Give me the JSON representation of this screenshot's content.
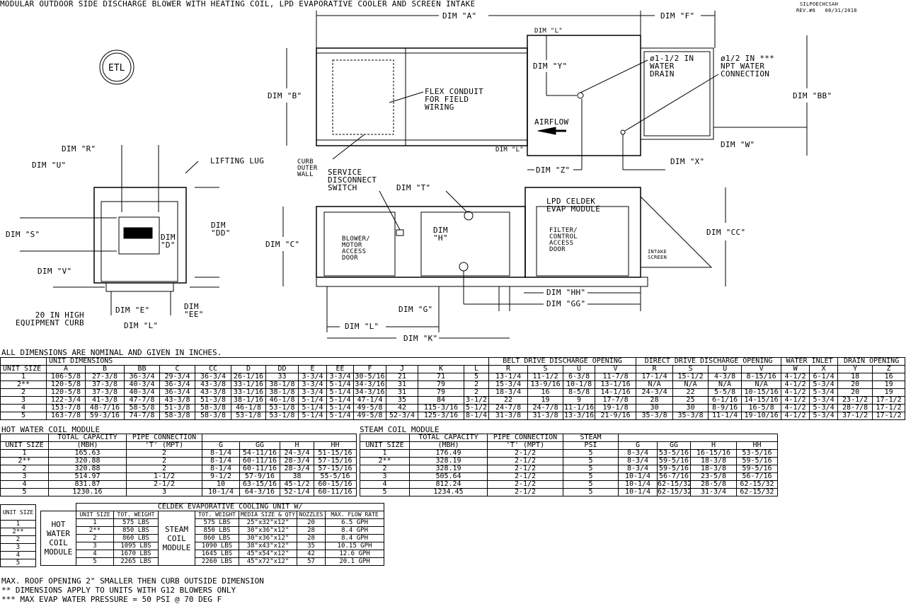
{
  "title": "MODULAR OUTDOOR SIDE DISCHARGE BLOWER WITH HEATING COIL, LPD EVAPORATIVE COOLER AND SCREEN INTAKE",
  "drawing_code": "SILPOECHCSAH",
  "revision": "REV.#6   08/31/2018",
  "logo_text": "ETL",
  "top_view": {
    "dim_a": "DIM \"A\"",
    "dim_f": "DIM \"F\"",
    "dim_l_top": "DIM \"L\"",
    "dim_b": "DIM \"B\"",
    "dim_y": "DIM \"Y\"",
    "drain": "ø1-1/2 IN\nWATER\nDRAIN",
    "npt": "ø1/2 IN ***\nNPT WATER\nCONNECTION",
    "dim_bb": "DIM \"BB\"",
    "flex": "FLEX CONDUIT\nFOR FIELD\nWIRING",
    "airflow": "AIRFLOW",
    "dim_l_bottom": "DIM \"L\"",
    "dim_w": "DIM \"W\"",
    "curb": "CURB\nOUTER\nWALL",
    "dim_z": "DIM \"Z\"",
    "dim_x": "DIM \"X\""
  },
  "front_view": {
    "dim_r": "DIM \"R\"",
    "dim_u": "DIM \"U\"",
    "lifting_lug": "LIFTING LUG",
    "dim_s": "DIM \"S\"",
    "dim_dd": "DIM\n\"DD\"",
    "dim_d": "DIM\n\"D\"",
    "dim_v": "DIM \"V\"",
    "curb": "20 IN HIGH\nEQUIPMENT CURB",
    "dim_e": "DIM \"E\"",
    "dim_ee": "DIM\n\"EE\"",
    "dim_l": "DIM \"L\""
  },
  "side_view": {
    "disconnect": "SERVICE\nDISCONNECT\nSWITCH",
    "dim_t": "DIM \"T\"",
    "evap": "LPD CELDEK\nEVAP MODULE",
    "dim_cc": "DIM \"CC\"",
    "dim_c": "DIM \"C\"",
    "blower_door": "BLOWER/\nMOTOR\nACCESS\nDOOR",
    "dim_h": "DIM\n\"H\"",
    "filter_door": "FILTER/\nCONTROL\nACCESS\nDOOR",
    "intake": "INTAKE\nSCREEN",
    "dim_hh": "DIM \"HH\"",
    "dim_gg": "DIM \"GG\"",
    "dim_g": "DIM \"G\"",
    "dim_l": "DIM \"L\"",
    "dim_k": "DIM \"K\""
  },
  "dims_note": "ALL DIMENSIONS ARE NOMINAL AND GIVEN IN INCHES.",
  "main_table": {
    "groups": [
      "",
      "UNIT DIMENSIONS",
      "BELT DRIVE DISCHARGE OPENING",
      "DIRECT DRIVE DISCHARGE OPENING",
      "WATER INLET",
      "DRAIN OPENING"
    ],
    "headers": [
      "UNIT SIZE",
      "A",
      "B",
      "BB",
      "C",
      "CC",
      "D",
      "DD",
      "E",
      "EE",
      "F",
      "J",
      "K",
      "L",
      "R",
      "S",
      "U",
      "V",
      "R",
      "S",
      "U",
      "V",
      "W",
      "X",
      "Y",
      "Z"
    ],
    "rows": [
      [
        "1",
        "106-5/8",
        "27-3/8",
        "36-3/4",
        "29-3/4",
        "36-3/4",
        "26-1/16",
        "33",
        "3-3/4",
        "3-3/4",
        "30-5/16",
        "21",
        "71",
        "5",
        "13-1/4",
        "11-1/2",
        "6-3/8",
        "11-7/8",
        "17-1/4",
        "15-1/2",
        "4-3/8",
        "8-15/16",
        "4-1/2",
        "6-1/4",
        "18",
        "16"
      ],
      [
        "2**",
        "120-5/8",
        "37-3/8",
        "40-3/4",
        "36-3/4",
        "43-3/8",
        "33-1/16",
        "38-1/8",
        "3-3/4",
        "5-1/4",
        "34-3/16",
        "31",
        "79",
        "2",
        "15-3/4",
        "13-9/16",
        "10-1/8",
        "13-1/16",
        "N/A",
        "N/A",
        "N/A",
        "N/A",
        "4-1/2",
        "5-3/4",
        "20",
        "19"
      ],
      [
        "2",
        "120-5/8",
        "37-3/8",
        "40-3/4",
        "36-3/4",
        "43-3/8",
        "33-1/16",
        "38-1/8",
        "3-3/4",
        "5-1/4",
        "34-3/16",
        "31",
        "79",
        "2",
        "18-3/4",
        "16",
        "8-5/8",
        "14-1/16",
        "24-3/4",
        "22",
        "5-5/8",
        "10-15/16",
        "4-1/2",
        "5-3/4",
        "20",
        "19"
      ],
      [
        "3",
        "122-3/4",
        "41-3/8",
        "47-7/8",
        "43-3/8",
        "51-3/8",
        "38-1/16",
        "46-1/8",
        "5-1/4",
        "5-1/4",
        "47-1/4",
        "35",
        "84",
        "3-1/2",
        "22",
        "19",
        "9",
        "17-7/8",
        "28",
        "25",
        "6-1/16",
        "14-15/16",
        "4-1/2",
        "5-3/4",
        "23-1/2",
        "17-1/2"
      ],
      [
        "4",
        "153-7/8",
        "48-7/16",
        "58-5/8",
        "51-3/8",
        "58-3/8",
        "46-1/8",
        "53-1/8",
        "5-1/4",
        "5-1/4",
        "49-5/8",
        "42",
        "115-3/16",
        "5-1/2",
        "24-7/8",
        "24-7/8",
        "11-1/16",
        "19-1/8",
        "30",
        "30",
        "8-9/16",
        "16-5/8",
        "4-1/2",
        "5-3/4",
        "28-7/8",
        "17-1/2"
      ],
      [
        "5",
        "163-7/8",
        "59-3/16",
        "74-7/8",
        "58-3/8",
        "58-3/8",
        "53-1/8",
        "53-1/8",
        "5-1/4",
        "5-1/4",
        "49-5/8",
        "52-3/4",
        "125-3/16",
        "8-1/4",
        "31-3/8",
        "31-3/8",
        "13-3/16",
        "21-9/16",
        "35-3/8",
        "35-3/8",
        "11-1/4",
        "19-10/16",
        "4-1/2",
        "5-3/4",
        "37-1/2",
        "17-1/2"
      ]
    ]
  },
  "hot_water": {
    "title": "HOT WATER COIL MODULE",
    "header1": [
      "",
      "TOTAL CAPACITY",
      "PIPE CONNECTION",
      ""
    ],
    "headers": [
      "UNIT SIZE",
      "(MBH)",
      "'T' (MPT)",
      "G",
      "GG",
      "H",
      "HH"
    ],
    "rows": [
      [
        "1",
        "165.63",
        "2",
        "8-1/4",
        "54-11/16",
        "24-3/4",
        "51-15/16"
      ],
      [
        "2**",
        "320.88",
        "2",
        "8-1/4",
        "60-11/16",
        "28-3/4",
        "57-15/16"
      ],
      [
        "2",
        "320.88",
        "2",
        "8-1/4",
        "60-11/16",
        "28-3/4",
        "57-15/16"
      ],
      [
        "3",
        "514.97",
        "1-1/2",
        "9-1/2",
        "57-9/16",
        "38",
        "55-5/16"
      ],
      [
        "4",
        "831.87",
        "2-1/2",
        "10",
        "63-15/16",
        "45-1/2",
        "60-15/16"
      ],
      [
        "5",
        "1230.16",
        "3",
        "10-1/4",
        "64-3/16",
        "52-1/4",
        "60-11/16"
      ]
    ]
  },
  "steam": {
    "title": "STEAM COIL MODULE",
    "header1": [
      "",
      "TOTAL CAPACITY",
      "PIPE CONNECTION",
      "STEAM",
      ""
    ],
    "headers": [
      "UNIT SIZE",
      "(MBH)",
      "'T' (MPT)",
      "PSI",
      "G",
      "GG",
      "H",
      "HH"
    ],
    "rows": [
      [
        "1",
        "176.49",
        "2-1/2",
        "5",
        "8-3/4",
        "53-5/16",
        "16-15/16",
        "53-5/16"
      ],
      [
        "2**",
        "328.19",
        "2-1/2",
        "5",
        "8-3/4",
        "59-5/16",
        "18-3/8",
        "59-5/16"
      ],
      [
        "2",
        "328.19",
        "2-1/2",
        "5",
        "8-3/4",
        "59-5/16",
        "18-3/8",
        "59-5/16"
      ],
      [
        "3",
        "505.64",
        "2-1/2",
        "5",
        "10-1/4",
        "56-7/16",
        "23-5/8",
        "56-7/16"
      ],
      [
        "4",
        "812.24",
        "2-1/2",
        "5",
        "10-1/4",
        "62-15/32",
        "28-5/8",
        "62-15/32"
      ],
      [
        "5",
        "1234.45",
        "2-1/2",
        "5",
        "10-1/4",
        "62-15/32",
        "31-3/4",
        "62-15/32"
      ]
    ]
  },
  "weights": {
    "unit_size_header": "UNIT SIZE",
    "unit_sizes": [
      "1",
      "2**",
      "2",
      "3",
      "4",
      "5"
    ],
    "celdek_title": "CELDEK EVAPORATIVE COOLING UNIT W/",
    "hw_label": "HOT\nWATER\nCOIL\nMODULE",
    "steam_label": "STEAM\nCOIL\nMODULE",
    "headers": [
      "UNIT SIZE",
      "TOT. WEIGHT",
      "TOT. WEIGHT",
      "MEDIA SIZE & QTY",
      "NOZZLES",
      "MAX. FLOW RATE"
    ],
    "rows": [
      [
        "1",
        "575 LBS",
        "575 LBS",
        "25\"x32\"x12\"",
        "20",
        "6.5 GPH"
      ],
      [
        "2**",
        "850 LBS",
        "850 LBS",
        "30\"x36\"x12\"",
        "28",
        "8.4 GPH"
      ],
      [
        "2",
        "860 LBS",
        "860 LBS",
        "30\"x36\"x12\"",
        "28",
        "8.4 GPH"
      ],
      [
        "3",
        "1095 LBS",
        "1090 LBS",
        "38\"x43\"x12\"",
        "35",
        "10.15 GPH"
      ],
      [
        "4",
        "1670 LBS",
        "1645 LBS",
        "45\"x54\"x12\"",
        "42",
        "12.6 GPH"
      ],
      [
        "5",
        "2265 LBS",
        "2260 LBS",
        "45\"x72\"x12\"",
        "57",
        "20.1 GPH"
      ]
    ]
  },
  "notes": [
    "MAX. ROOF OPENING 2\" SMALLER THEN CURB OUTSIDE DIMENSION",
    "** DIMENSIONS APPLY TO UNITS WITH G12 BLOWERS ONLY",
    "*** MAX EVAP WATER PRESSURE = 50 PSI @ 70 DEG F"
  ]
}
